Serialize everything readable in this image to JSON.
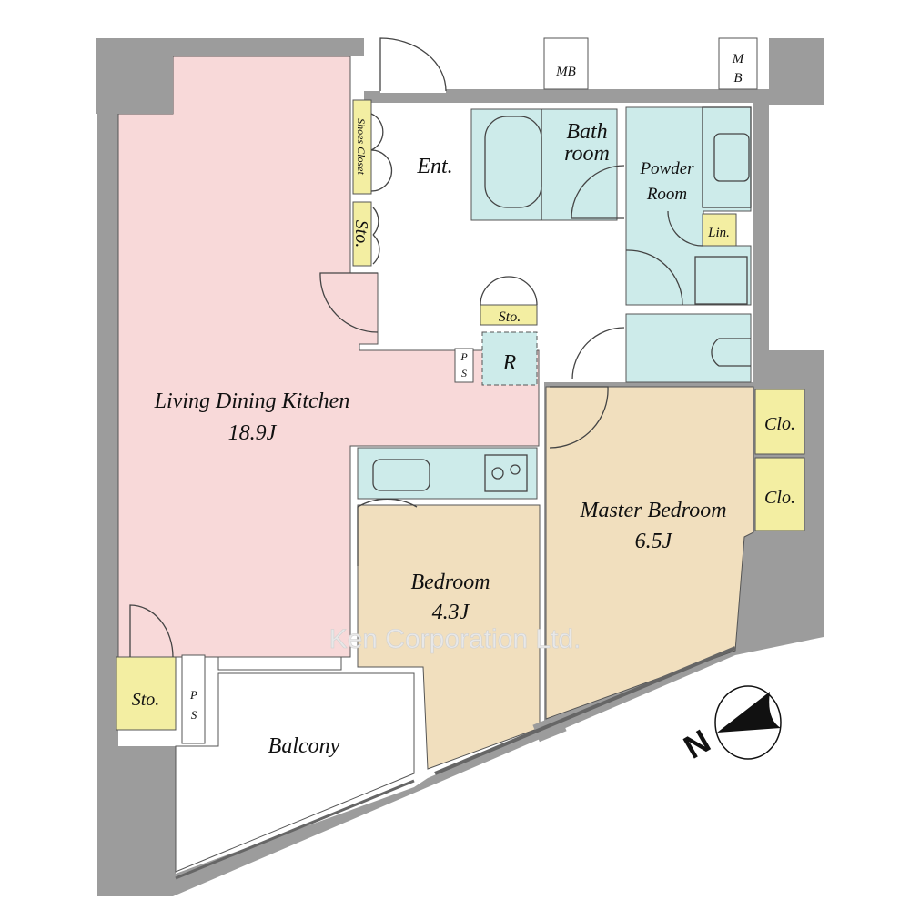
{
  "colors": {
    "wall": "#9c9c9c",
    "living": "#f8d9d9",
    "bedroom": "#f1dfbe",
    "wet": "#cdebea",
    "storage": "#f3eea2"
  },
  "rooms": {
    "ldk": {
      "name": "Living Dining Kitchen",
      "size": "18.9J"
    },
    "master": {
      "name": "Master Bedroom",
      "size": "6.5J"
    },
    "bedroom": {
      "name": "Bedroom",
      "size": "4.3J"
    },
    "balcony": "Balcony",
    "entrance": "Ent.",
    "bath": {
      "line1": "Bath",
      "line2": "room"
    },
    "powder": {
      "line1": "Powder",
      "line2": "Room"
    },
    "linen": "Lin.",
    "shoes_closet": "Shoes Closet",
    "storage": "Sto.",
    "closet": "Clo.",
    "refrigerator": "R",
    "ps": {
      "p": "P",
      "s": "S"
    },
    "mb": "MB",
    "mb_stacked": {
      "m": "M",
      "b": "B"
    }
  },
  "compass": {
    "label": "N"
  },
  "watermark": "Ken Corporation Ltd."
}
